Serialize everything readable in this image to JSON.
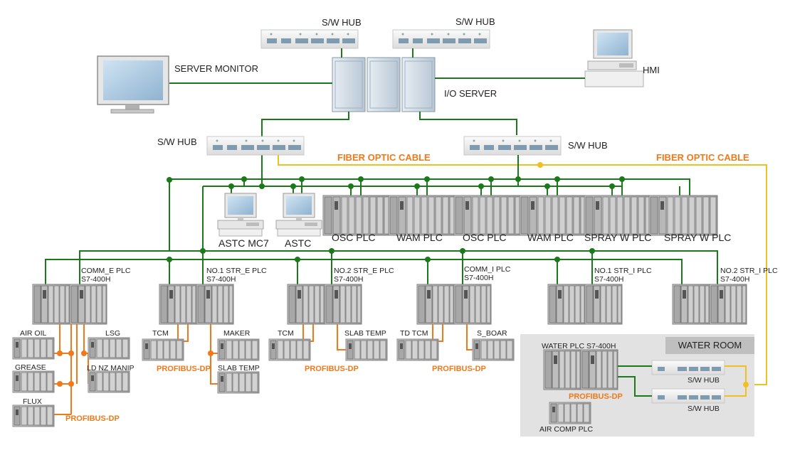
{
  "top": {
    "hub_left": "S/W HUB",
    "hub_right": "S/W HUB",
    "server_monitor": "SERVER MONITOR",
    "hmi": "HMI",
    "io_server": "I/O SERVER",
    "hub_mid_left": "S/W HUB",
    "hub_mid_right": "S/W HUB"
  },
  "fiber": {
    "left": "FIBER OPTIC CABLE",
    "right": "FIBER OPTIC CABLE"
  },
  "row1": {
    "astc_mc7": "ASTC MC7",
    "astc": "ASTC",
    "osc1": "OSC PLC",
    "wam1": "WAM PLC",
    "osc2": "OSC PLC",
    "wam2": "WAM PLC",
    "spray1": "SPRAY W PLC",
    "spray2": "SPRAY W PLC"
  },
  "row2": {
    "comm_e": [
      "COMM_E PLC",
      "S7-400H"
    ],
    "str1_e": [
      "NO.1 STR_E PLC",
      "S7-400H"
    ],
    "str2_e": [
      "NO.2 STR_E PLC",
      "S7-400H"
    ],
    "comm_i": [
      "COMM_I PLC",
      "S7-400H"
    ],
    "str1_i": [
      "NO.1 STR_I PLC",
      "S7-400H"
    ],
    "str2_i": [
      "NO.2 STR_I PLC",
      "S7-400H"
    ]
  },
  "row3": {
    "air_oil": "AIR OIL",
    "grease": "GREASE",
    "flux": "FLUX",
    "lsg": "LSG",
    "ld_nz_manip": "LD NZ MANIP",
    "pdp1": "PROFIBUS-DP",
    "tcm1": "TCM",
    "maker": "MAKER",
    "slab_temp1": "SLAB TEMP",
    "pdp2": "PROFIBUS-DP",
    "tcm2": "TCM",
    "slab_temp2": "SLAB TEMP",
    "pdp3": "PROFIBUS-DP",
    "td_tcm": "TD TCM",
    "s_boar": "S_BOAR",
    "pdp4": "PROFIBUS-DP"
  },
  "water_room": {
    "title": "WATER ROOM",
    "water_plc": "WATER PLC S7-400H",
    "pdp": "PROFIBUS-DP",
    "air_comp": "AIR COMP PLC",
    "hub1": "S/W HUB",
    "hub2": "S/W HUB"
  },
  "colors": {
    "ethernet": "#1a7a1a",
    "profibus": "#f07a1a",
    "fiber": "#f0c020"
  }
}
